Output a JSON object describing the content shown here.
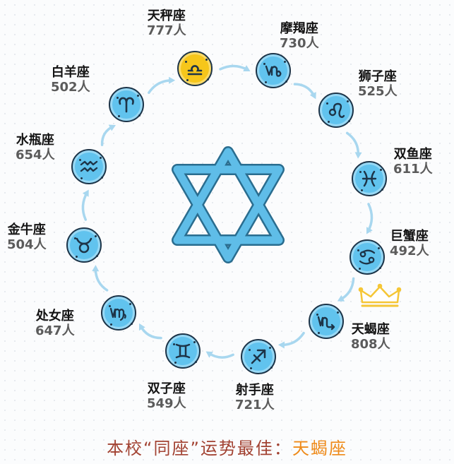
{
  "colors": {
    "badge": "#61c3ee",
    "badge_highlight": "#f6c61b",
    "arrow": "#a8d7ef",
    "star": "#5fbde8",
    "star_outline": "#2a6d8f",
    "crown": "#f5c636",
    "footer_text": "#a24232",
    "footer_highlight": "#ee8a19"
  },
  "signs": [
    {
      "key": "libra",
      "name": "天秤座",
      "count": "777人",
      "icon": "libra-icon",
      "highlight": true
    },
    {
      "key": "capricorn",
      "name": "摩羯座",
      "count": "730人",
      "icon": "capricorn-icon"
    },
    {
      "key": "leo",
      "name": "狮子座",
      "count": "525人",
      "icon": "leo-icon"
    },
    {
      "key": "pisces",
      "name": "双鱼座",
      "count": "611人",
      "icon": "pisces-icon"
    },
    {
      "key": "cancer",
      "name": "巨蟹座",
      "count": "492人",
      "icon": "cancer-icon"
    },
    {
      "key": "scorpio",
      "name": "天蝎座",
      "count": "808人",
      "icon": "scorpio-icon",
      "crown": true
    },
    {
      "key": "sagittarius",
      "name": "射手座",
      "count": "721人",
      "icon": "sagittarius-icon"
    },
    {
      "key": "gemini",
      "name": "双子座",
      "count": "549人",
      "icon": "gemini-icon"
    },
    {
      "key": "virgo",
      "name": "处女座",
      "count": "647人",
      "icon": "virgo-icon"
    },
    {
      "key": "taurus",
      "name": "金牛座",
      "count": "504人",
      "icon": "taurus-icon"
    },
    {
      "key": "aquarius",
      "name": "水瓶座",
      "count": "654人",
      "icon": "aquarius-icon"
    },
    {
      "key": "aries",
      "name": "白羊座",
      "count": "502人",
      "icon": "aries-icon"
    }
  ],
  "footer": {
    "prefix": "本校“同座”运势最佳：",
    "highlight": "天蝎座"
  }
}
